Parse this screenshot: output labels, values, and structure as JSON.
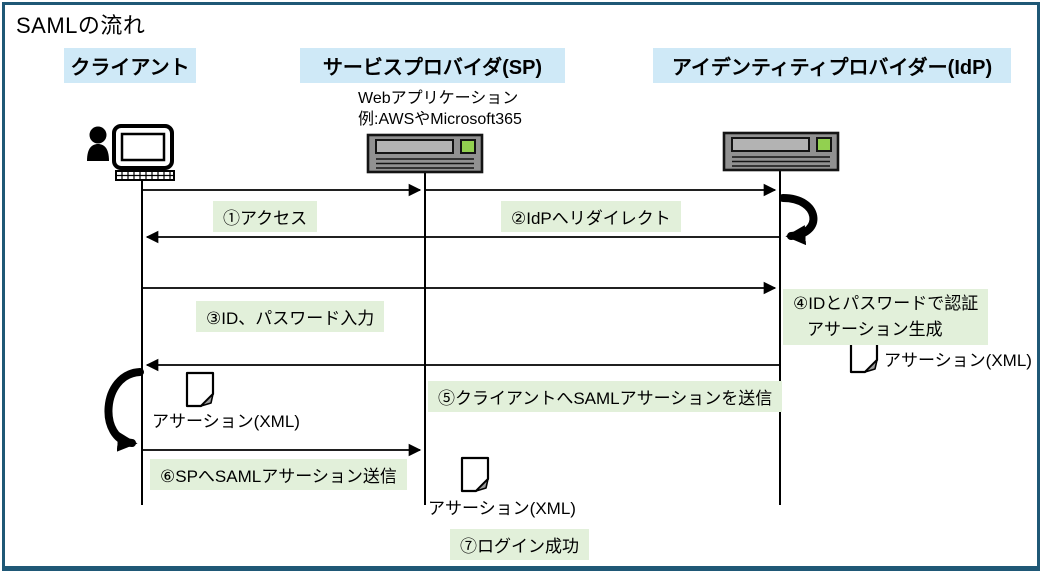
{
  "title": "SAMLの流れ",
  "actors": {
    "client": {
      "label": "クライアント"
    },
    "sp": {
      "label": "サービスプロバイダ(SP)",
      "sub1": "Webアプリケーション",
      "sub2": "例:AWSやMicrosoft365"
    },
    "idp": {
      "label": "アイデンティティプロバイダー(IdP)"
    }
  },
  "steps": [
    {
      "label": "①アクセス"
    },
    {
      "label": "②IdPへリダイレクト"
    },
    {
      "label": "③ID、パスワード入力"
    },
    {
      "label": "④IDとパスワードで認証",
      "label2": "アサーション生成"
    },
    {
      "label": "⑤クライアントへSAMLアサーションを送信"
    },
    {
      "label": "⑥SPへSAMLアサーション送信"
    },
    {
      "label": "⑦ログイン成功"
    }
  ],
  "documents": [
    {
      "label": "アサーション(XML)",
      "location": "idp"
    },
    {
      "label": "アサーション(XML)",
      "location": "client"
    },
    {
      "label": "アサーション(XML)",
      "location": "sp"
    }
  ],
  "icons": {
    "client": "person-computer-icon",
    "sp": "server-icon",
    "idp": "server-icon",
    "document": "document-xml-icon",
    "idp_loop": "redirect-loop-arrow-icon",
    "client_loop": "client-loop-arrow-icon"
  },
  "colors": {
    "frame_border": "#1f5876",
    "header_bg": "#cfe9f7",
    "step_label_bg": "#e2f0da",
    "server_led_green": "#92d050",
    "server_body_gray": "#919191"
  }
}
